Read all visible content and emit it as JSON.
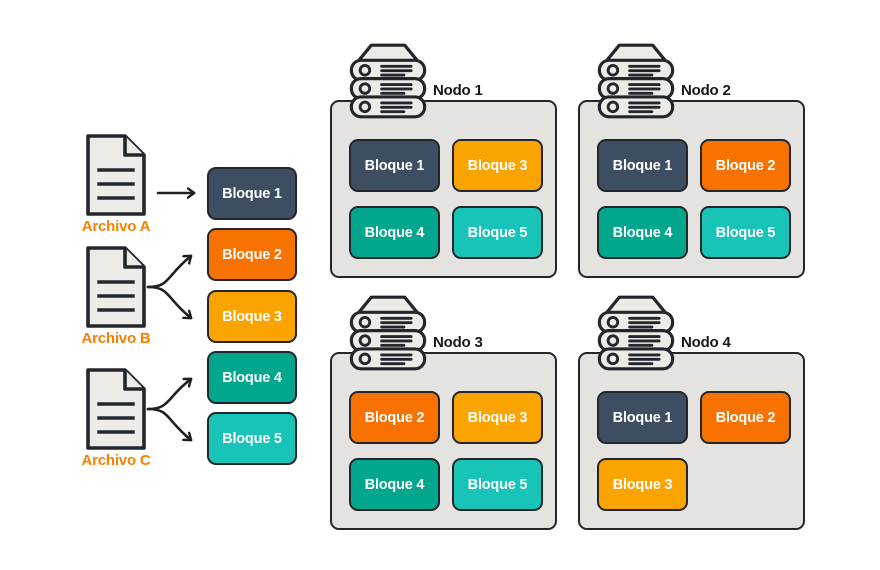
{
  "diagram": {
    "title": "distribucion-de-bloques-hdfs",
    "colors": {
      "block_navy": "#3D4E62",
      "block_orange": "#F87200",
      "block_amber": "#FBA400",
      "block_teal": "#00A78C",
      "block_cyan": "#18C3B8",
      "node_background": "#E4E3DF",
      "icon_fill": "#ECEBE7",
      "outline": "#23272C",
      "file_label_orange": "#F88000",
      "arrow": "#1F1F1F",
      "text_on_block": "#FFFFFF"
    },
    "files": [
      {
        "label": "Archivo A",
        "targets": [
          "Bloque 1"
        ]
      },
      {
        "label": "Archivo B",
        "targets": [
          "Bloque 2",
          "Bloque 3"
        ]
      },
      {
        "label": "Archivo C",
        "targets": [
          "Bloque 4",
          "Bloque 5"
        ]
      }
    ],
    "blocks": [
      {
        "label": "Bloque 1",
        "color": "#3D4E62"
      },
      {
        "label": "Bloque 2",
        "color": "#F87200"
      },
      {
        "label": "Bloque 3",
        "color": "#FBA400"
      },
      {
        "label": "Bloque 4",
        "color": "#00A78C"
      },
      {
        "label": "Bloque 5",
        "color": "#18C3B8"
      }
    ],
    "nodes": [
      {
        "label": "Nodo 1",
        "blocks": [
          {
            "label": "Bloque 1",
            "color": "#3D4E62"
          },
          {
            "label": "Bloque 3",
            "color": "#FBA400"
          },
          {
            "label": "Bloque 4",
            "color": "#00A78C"
          },
          {
            "label": "Bloque 5",
            "color": "#18C3B8"
          }
        ]
      },
      {
        "label": "Nodo 2",
        "blocks": [
          {
            "label": "Bloque 1",
            "color": "#3D4E62"
          },
          {
            "label": "Bloque 2",
            "color": "#F87200"
          },
          {
            "label": "Bloque 4",
            "color": "#00A78C"
          },
          {
            "label": "Bloque 5",
            "color": "#18C3B8"
          }
        ]
      },
      {
        "label": "Nodo 3",
        "blocks": [
          {
            "label": "Bloque 2",
            "color": "#F87200"
          },
          {
            "label": "Bloque 3",
            "color": "#FBA400"
          },
          {
            "label": "Bloque 4",
            "color": "#00A78C"
          },
          {
            "label": "Bloque 5",
            "color": "#18C3B8"
          }
        ]
      },
      {
        "label": "Nodo 4",
        "blocks": [
          {
            "label": "Bloque 1",
            "color": "#3D4E62"
          },
          {
            "label": "Bloque 2",
            "color": "#F87200"
          },
          {
            "label": "Bloque 3",
            "color": "#FBA400"
          }
        ]
      }
    ]
  }
}
